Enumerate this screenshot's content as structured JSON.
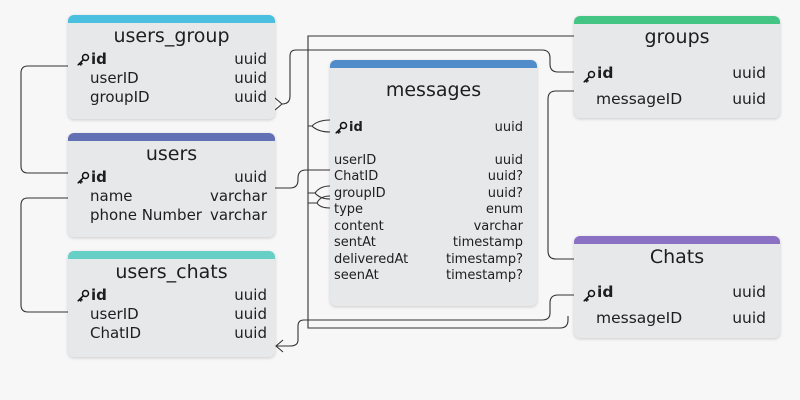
{
  "colors": {
    "users_group": "#4bbfe0",
    "users": "#6470b4",
    "users_chats": "#66cfc6",
    "messages": "#4f8cc9",
    "groups": "#45c584",
    "chats": "#8b71c4",
    "line": "#333333"
  },
  "icons": {
    "primary_key": "key-icon"
  },
  "tables": {
    "users_group": {
      "title": "users_group",
      "fields": [
        {
          "name": "id",
          "type": "uuid",
          "pk": true
        },
        {
          "name": "userID",
          "type": "uuid"
        },
        {
          "name": "groupID",
          "type": "uuid"
        }
      ]
    },
    "users": {
      "title": "users",
      "fields": [
        {
          "name": "id",
          "type": "uuid",
          "pk": true
        },
        {
          "name": "name",
          "type": "varchar"
        },
        {
          "name": "phone Number",
          "type": "varchar"
        }
      ]
    },
    "users_chats": {
      "title": "users_chats",
      "fields": [
        {
          "name": "id",
          "type": "uuid",
          "pk": true
        },
        {
          "name": "userID",
          "type": "uuid"
        },
        {
          "name": "ChatID",
          "type": "uuid"
        }
      ]
    },
    "messages": {
      "title": "messages",
      "fields": [
        {
          "name": "id",
          "type": "uuid",
          "pk": true
        },
        {
          "name": "userID",
          "type": "uuid"
        },
        {
          "name": "ChatID",
          "type": "uuid?"
        },
        {
          "name": "groupID",
          "type": "uuid?"
        },
        {
          "name": "type",
          "type": "enum"
        },
        {
          "name": "content",
          "type": "varchar"
        },
        {
          "name": "sentAt",
          "type": "timestamp"
        },
        {
          "name": "deliveredAt",
          "type": "timestamp?"
        },
        {
          "name": "seenAt",
          "type": "timestamp?"
        }
      ]
    },
    "groups": {
      "title": "groups",
      "fields": [
        {
          "name": "id",
          "type": "uuid",
          "pk": true
        },
        {
          "name": "messageID",
          "type": "uuid"
        }
      ]
    },
    "chats": {
      "title": "Chats",
      "fields": [
        {
          "name": "id",
          "type": "uuid",
          "pk": true
        },
        {
          "name": "messageID",
          "type": "uuid"
        }
      ]
    }
  }
}
